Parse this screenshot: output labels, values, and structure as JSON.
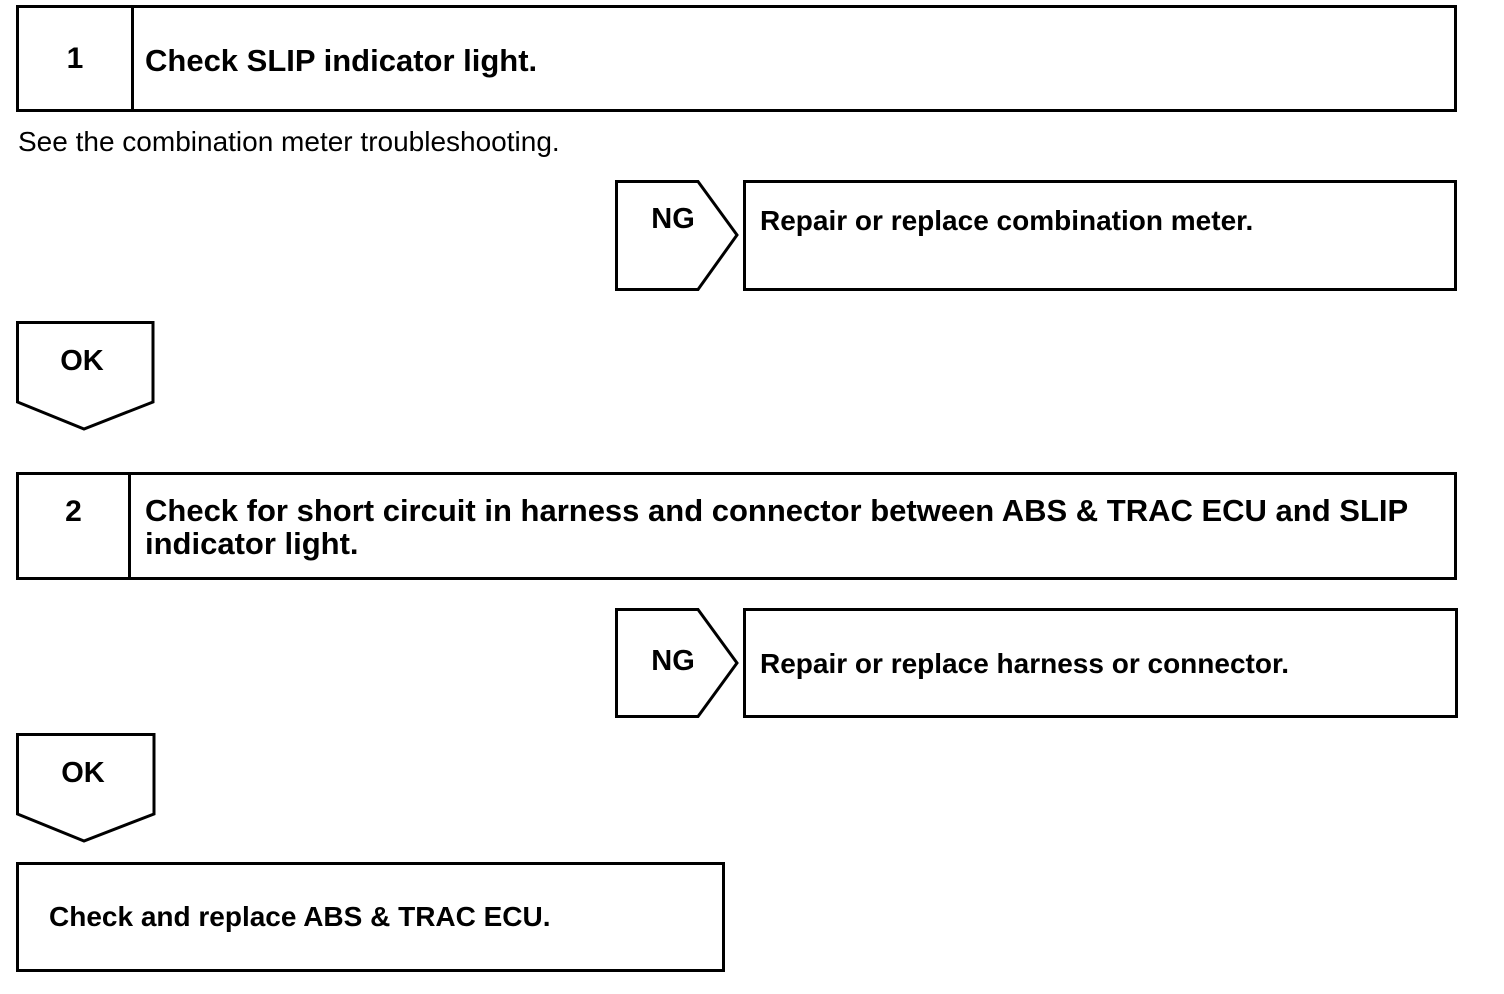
{
  "steps": [
    {
      "number": "1",
      "text": "Check SLIP indicator light."
    },
    {
      "number": "2",
      "text": "Check for short circuit in harness and connector between ABS & TRAC ECU and SLIP indicator light."
    }
  ],
  "note": "See the combination meter troubleshooting.",
  "branches": [
    {
      "ng_label": "NG",
      "ng_action": "Repair or replace combination meter.",
      "ok_label": "OK"
    },
    {
      "ng_label": "NG",
      "ng_action": "Repair or replace harness or connector.",
      "ok_label": "OK"
    }
  ],
  "final_action": "Check and replace ABS & TRAC ECU."
}
